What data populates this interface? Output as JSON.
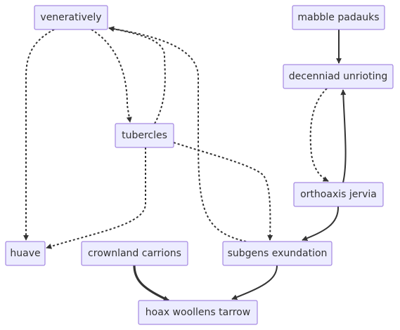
{
  "colors": {
    "node_fill": "#ECECFF",
    "node_stroke": "#9370DB",
    "edge": "#333333",
    "text": "#333333"
  },
  "nodes": [
    {
      "id": "venerat",
      "label": "veneratively"
    },
    {
      "id": "mabble",
      "label": "mabble padauks"
    },
    {
      "id": "decenn",
      "label": "decenniad unrioting"
    },
    {
      "id": "tuberc",
      "label": "tubercles"
    },
    {
      "id": "orthoax",
      "label": "orthoaxis jervia"
    },
    {
      "id": "huave",
      "label": "huave"
    },
    {
      "id": "crownl",
      "label": "crownland carrions"
    },
    {
      "id": "subgens",
      "label": "subgens exundation"
    },
    {
      "id": "hoax",
      "label": "hoax woollens tarrow"
    }
  ],
  "edges": [
    {
      "from": "venerat",
      "to": "huave",
      "style": "dotted"
    },
    {
      "from": "venerat",
      "to": "tuberc",
      "style": "dotted"
    },
    {
      "from": "tuberc",
      "to": "venerat",
      "style": "dotted"
    },
    {
      "from": "subgens",
      "to": "venerat",
      "style": "dotted"
    },
    {
      "from": "tuberc",
      "to": "huave",
      "style": "dotted"
    },
    {
      "from": "tuberc",
      "to": "subgens",
      "style": "dotted"
    },
    {
      "from": "mabble",
      "to": "decenn",
      "style": "solid"
    },
    {
      "from": "decenn",
      "to": "orthoax",
      "style": "dotted"
    },
    {
      "from": "orthoax",
      "to": "decenn",
      "style": "solid"
    },
    {
      "from": "orthoax",
      "to": "subgens",
      "style": "solid"
    },
    {
      "from": "crownl",
      "to": "hoax",
      "style": "thick"
    },
    {
      "from": "subgens",
      "to": "hoax",
      "style": "solid"
    }
  ]
}
